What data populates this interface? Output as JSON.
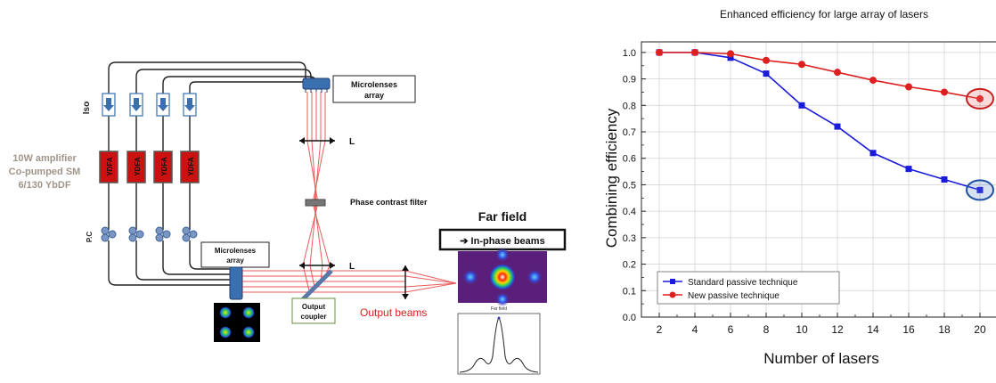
{
  "diagram": {
    "iso_label": "Iso",
    "amp_line1": "10W amplifier",
    "amp_line2": "Co-pumped SM",
    "amp_line3": "6/130 YbDF",
    "ydfa_label": "YDFA",
    "pc_label": "P.C",
    "microlens_top_line1": "Microlenses",
    "microlens_top_line2": "array",
    "lens_label_top": "L",
    "lens_label_bottom": "L",
    "phase_filter_label": "Phase contrast filter",
    "microlens_bottom_line1": "Microlenses",
    "microlens_bottom_line2": "array",
    "output_coupler_line1": "Output",
    "output_coupler_line2": "coupler",
    "output_beams_label": "Output beams",
    "far_field_title": "Far field",
    "in_phase_label": "➔ In-phase beams",
    "profile_title": "Far field",
    "colors": {
      "fiber_beam": "#e84a4a",
      "ydfa_red": "#cc1111",
      "component_blue": "#3a6fb0",
      "amp_text": "#a0958a"
    }
  },
  "chart_data": {
    "type": "line",
    "title": "Enhanced efficiency for large array of lasers",
    "xlabel": "Number of lasers",
    "ylabel": "Combining efficiency",
    "x": [
      2,
      4,
      6,
      8,
      10,
      12,
      14,
      16,
      18,
      20
    ],
    "xticks": [
      "2",
      "4",
      "6",
      "8",
      "10",
      "12",
      "14",
      "16",
      "18",
      "20"
    ],
    "yticks": [
      "0.0",
      "0.1",
      "0.2",
      "0.3",
      "0.4",
      "0.5",
      "0.6",
      "0.7",
      "0.8",
      "0.9",
      "1.0"
    ],
    "xlim": [
      1,
      21
    ],
    "ylim": [
      0,
      1.04
    ],
    "grid": true,
    "legend_position": "bottom-left",
    "series": [
      {
        "name": "Standard passive technique",
        "color": "#1a1adb",
        "marker": "square",
        "values": [
          1.0,
          1.0,
          0.98,
          0.92,
          0.8,
          0.72,
          0.62,
          0.56,
          0.52,
          0.48
        ]
      },
      {
        "name": "New passive technique",
        "color": "#dd1f1f",
        "marker": "circle",
        "values": [
          1.0,
          1.0,
          0.995,
          0.97,
          0.955,
          0.925,
          0.895,
          0.87,
          0.85,
          0.825
        ]
      }
    ]
  }
}
